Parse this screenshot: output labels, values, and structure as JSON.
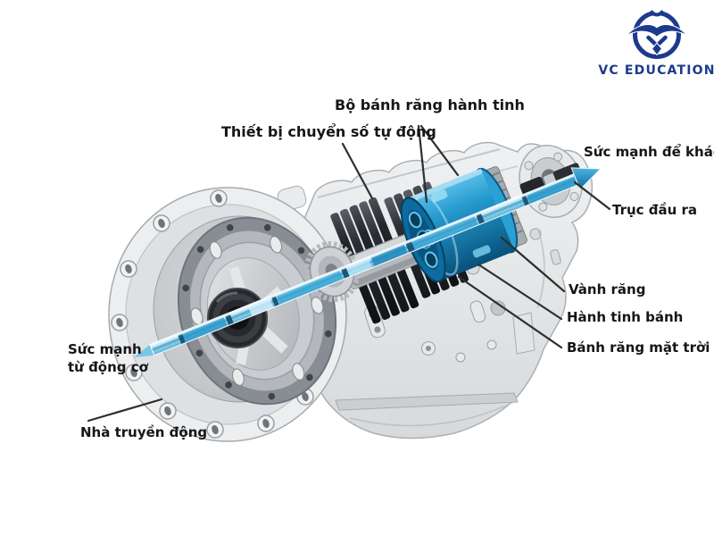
{
  "figure": {
    "background": "#ffffff",
    "subject": "automatic-transmission-cutaway-diagram"
  },
  "logo": {
    "text": "VC EDUCATION",
    "color": "#1d3a8c",
    "icon": "vc-bird-emblem"
  },
  "callouts": {
    "planetary_gear_set": "Bộ bánh răng hành tinh",
    "auto_shift_device": "Thiết bị chuyển số tự động",
    "power_to_differential": "Sức mạnh để khác biệt",
    "output_shaft": "Trục đầu ra",
    "ring_gear": "Vành răng",
    "planet_gear": "Hành tinh bánh",
    "sun_gear": "Bánh răng mặt trời",
    "power_from_engine": {
      "line1": "Sức mạnh",
      "line2": "từ động cơ"
    },
    "drive_housing": "Nhà truyền động"
  },
  "colors": {
    "label_text": "#161616",
    "leader_line": "#2e2e2e",
    "shaft_blue": "#2d9bce",
    "shaft_blue_dark": "#0d4a6e",
    "drum_blue_light": "#5fc1ea",
    "drum_blue_dark": "#085179",
    "casing_gray": "#e3e5e7",
    "dark_gear": "#17191c",
    "logo_navy": "#1d3a8c"
  }
}
